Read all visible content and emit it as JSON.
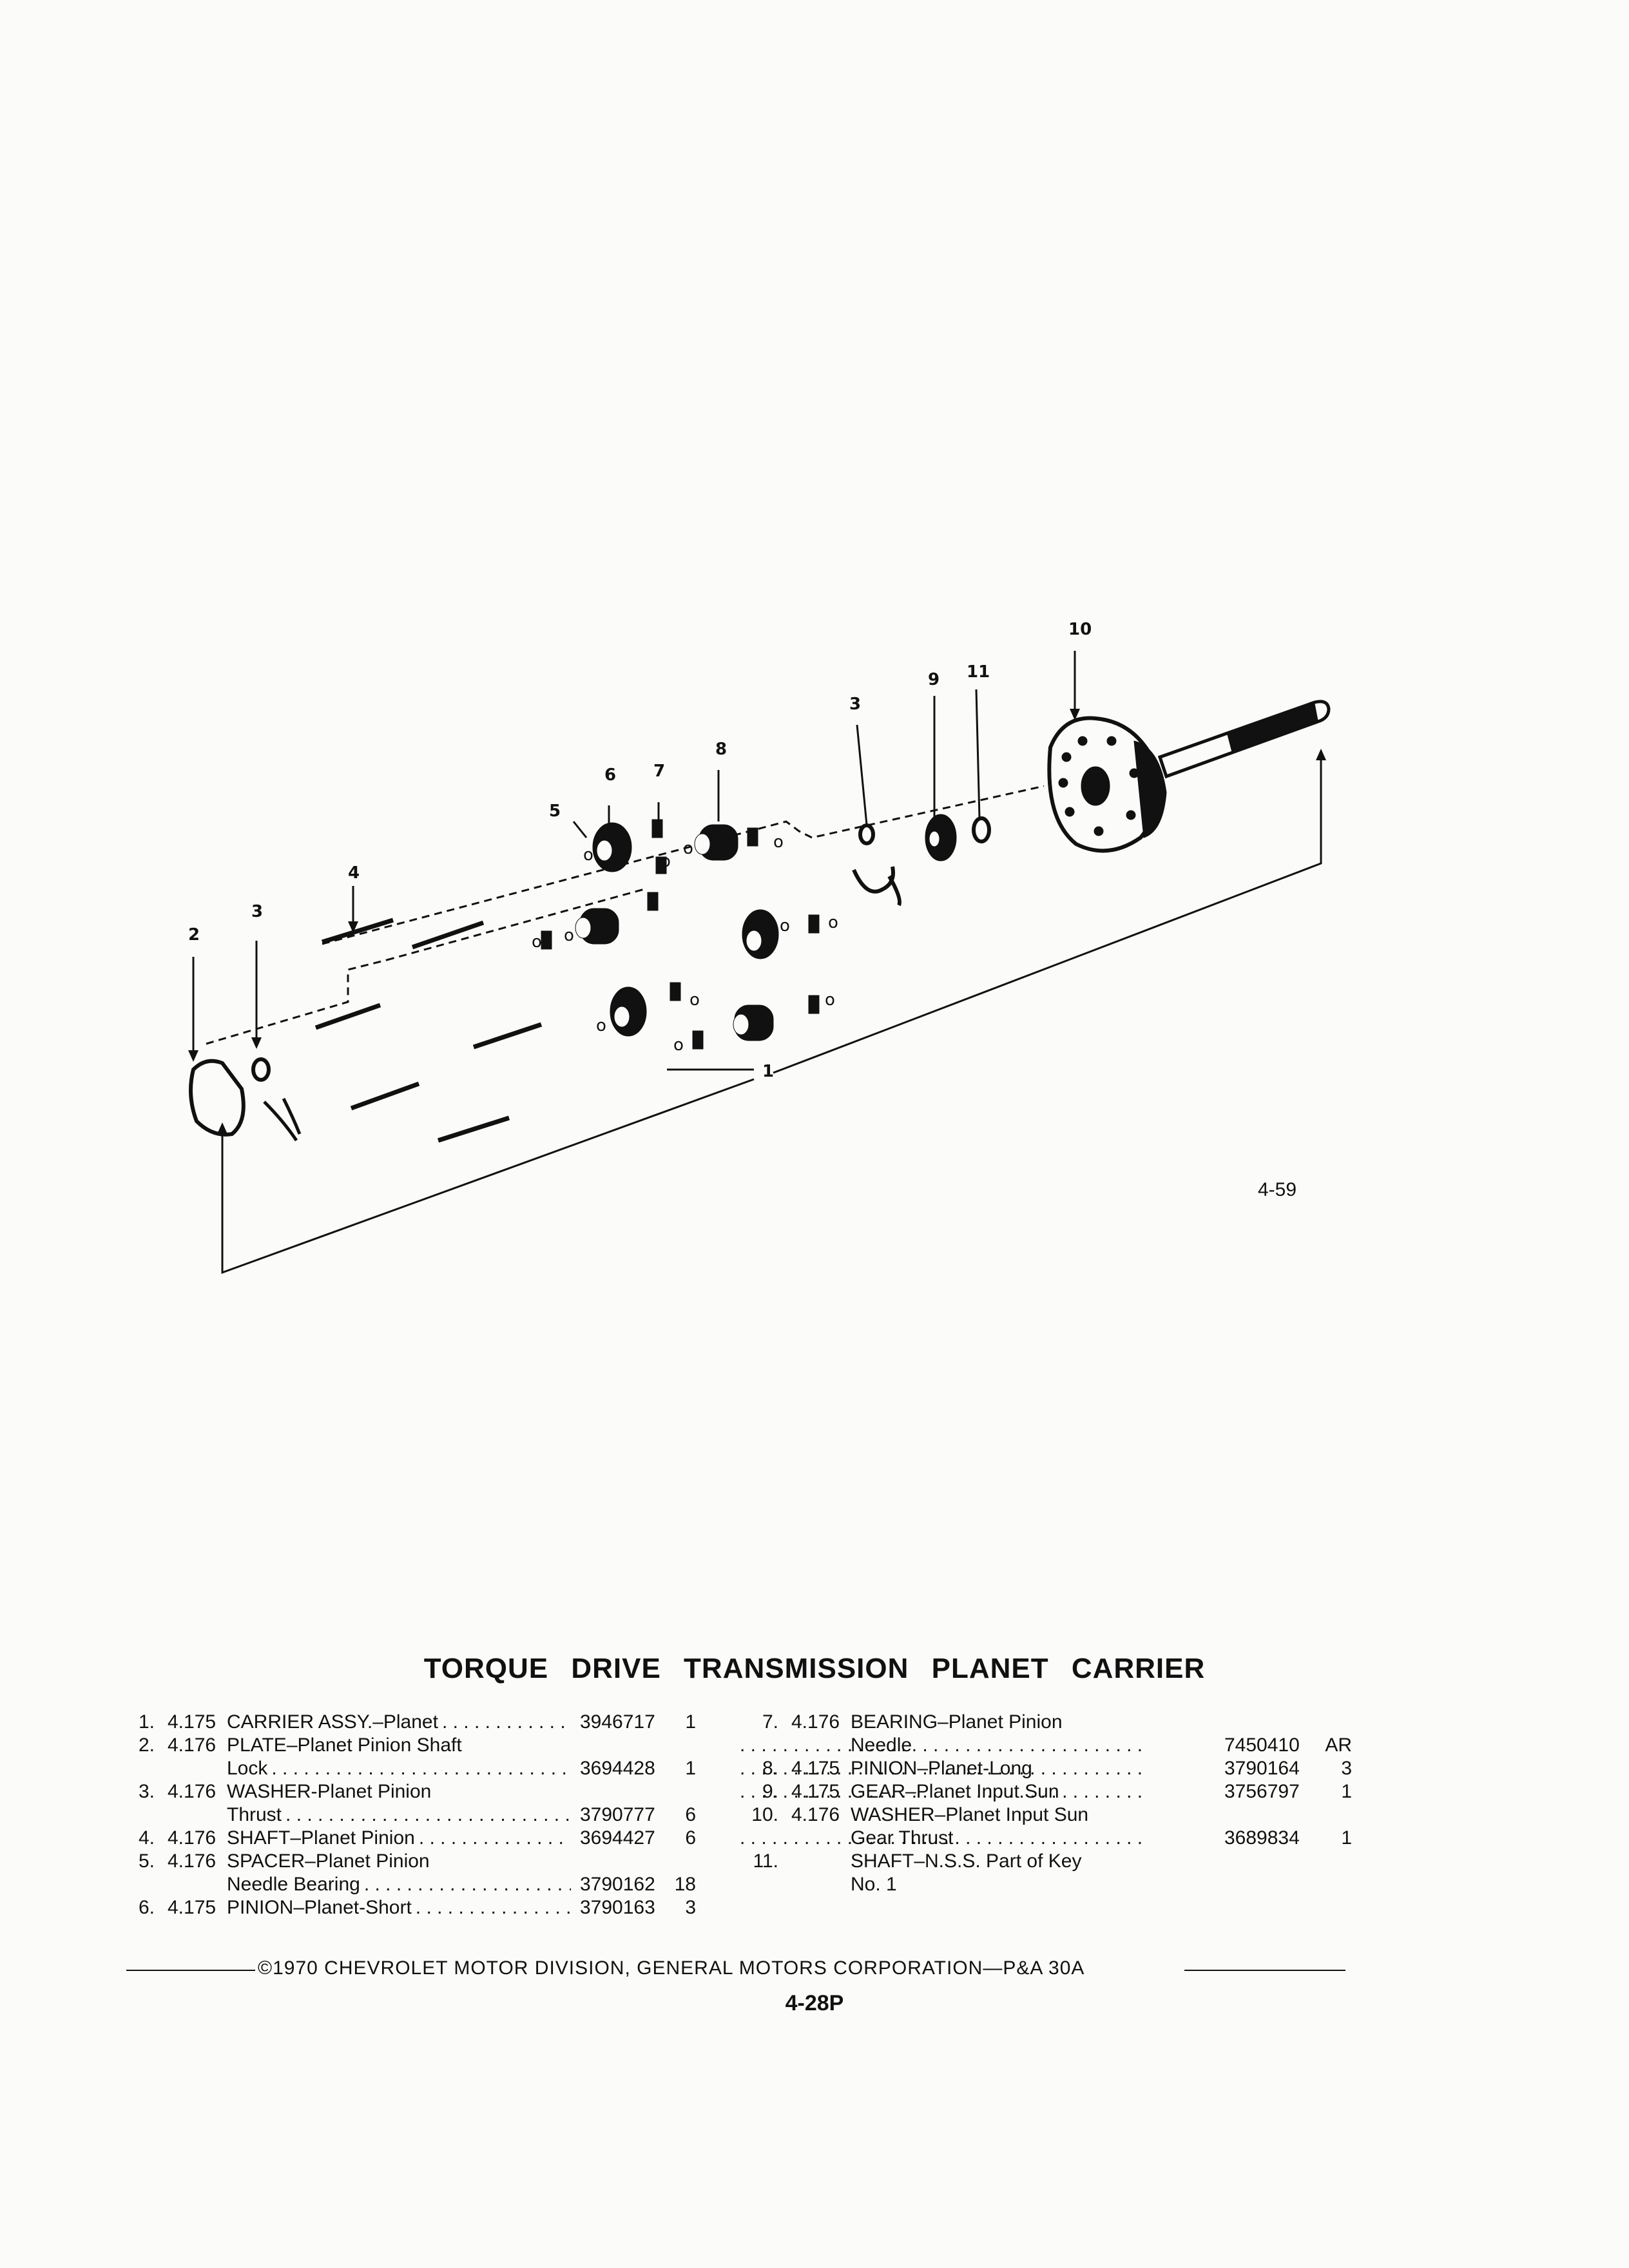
{
  "figure": {
    "number": "4-59",
    "callouts": [
      "1",
      "2",
      "3",
      "4",
      "5",
      "6",
      "7",
      "8",
      "3",
      "9",
      "10",
      "11"
    ]
  },
  "title": "TORQUE DRIVE TRANSMISSION PLANET CARRIER",
  "parts_left": [
    {
      "num": "1.",
      "grp": "4.175",
      "desc": "CARRIER ASSY.–Planet",
      "pn": "3946717",
      "qty": "1"
    },
    {
      "num": "2.",
      "grp": "4.176",
      "desc": "PLATE–Planet Pinion Shaft",
      "pn": "",
      "qty": ""
    },
    {
      "num": "",
      "grp": "",
      "desc": "Lock",
      "pn": "3694428",
      "qty": "1"
    },
    {
      "num": "3.",
      "grp": "4.176",
      "desc": "WASHER-Planet Pinion",
      "pn": "",
      "qty": ""
    },
    {
      "num": "",
      "grp": "",
      "desc": "Thrust",
      "pn": "3790777",
      "qty": "6"
    },
    {
      "num": "4.",
      "grp": "4.176",
      "desc": "SHAFT–Planet Pinion",
      "pn": "3694427",
      "qty": "6"
    },
    {
      "num": "5.",
      "grp": "4.176",
      "desc": "SPACER–Planet Pinion",
      "pn": "",
      "qty": ""
    },
    {
      "num": "",
      "grp": "",
      "desc": "Needle Bearing",
      "pn": "3790162",
      "qty": "18"
    },
    {
      "num": "6.",
      "grp": "4.175",
      "desc": "PINION–Planet-Short",
      "pn": "3790163",
      "qty": "3"
    }
  ],
  "parts_right": [
    {
      "num": "7.",
      "grp": "4.176",
      "desc": "BEARING–Planet Pinion",
      "pn": "",
      "qty": ""
    },
    {
      "num": "",
      "grp": "",
      "desc": "Needle",
      "pn": "7450410",
      "qty": "AR"
    },
    {
      "num": "8.",
      "grp": "4.175",
      "desc": "PINION–Planet-Long",
      "pn": "3790164",
      "qty": "3"
    },
    {
      "num": "9.",
      "grp": "4.175",
      "desc": "GEAR–Planet Input Sun",
      "pn": "3756797",
      "qty": "1"
    },
    {
      "num": "10.",
      "grp": "4.176",
      "desc": "WASHER–Planet Input Sun",
      "pn": "",
      "qty": ""
    },
    {
      "num": "",
      "grp": "",
      "desc": "Gear Thrust",
      "pn": "3689834",
      "qty": "1"
    },
    {
      "num": "11.",
      "grp": "",
      "desc": "SHAFT–N.S.S. Part of Key",
      "pn": "",
      "qty": ""
    },
    {
      "num": "",
      "grp": "",
      "desc": "No. 1",
      "pn": "",
      "qty": ""
    }
  ],
  "footer": {
    "copyright": "©1970 CHEVROLET MOTOR DIVISION, GENERAL MOTORS CORPORATION—P&A 30A",
    "page": "4-28P"
  }
}
